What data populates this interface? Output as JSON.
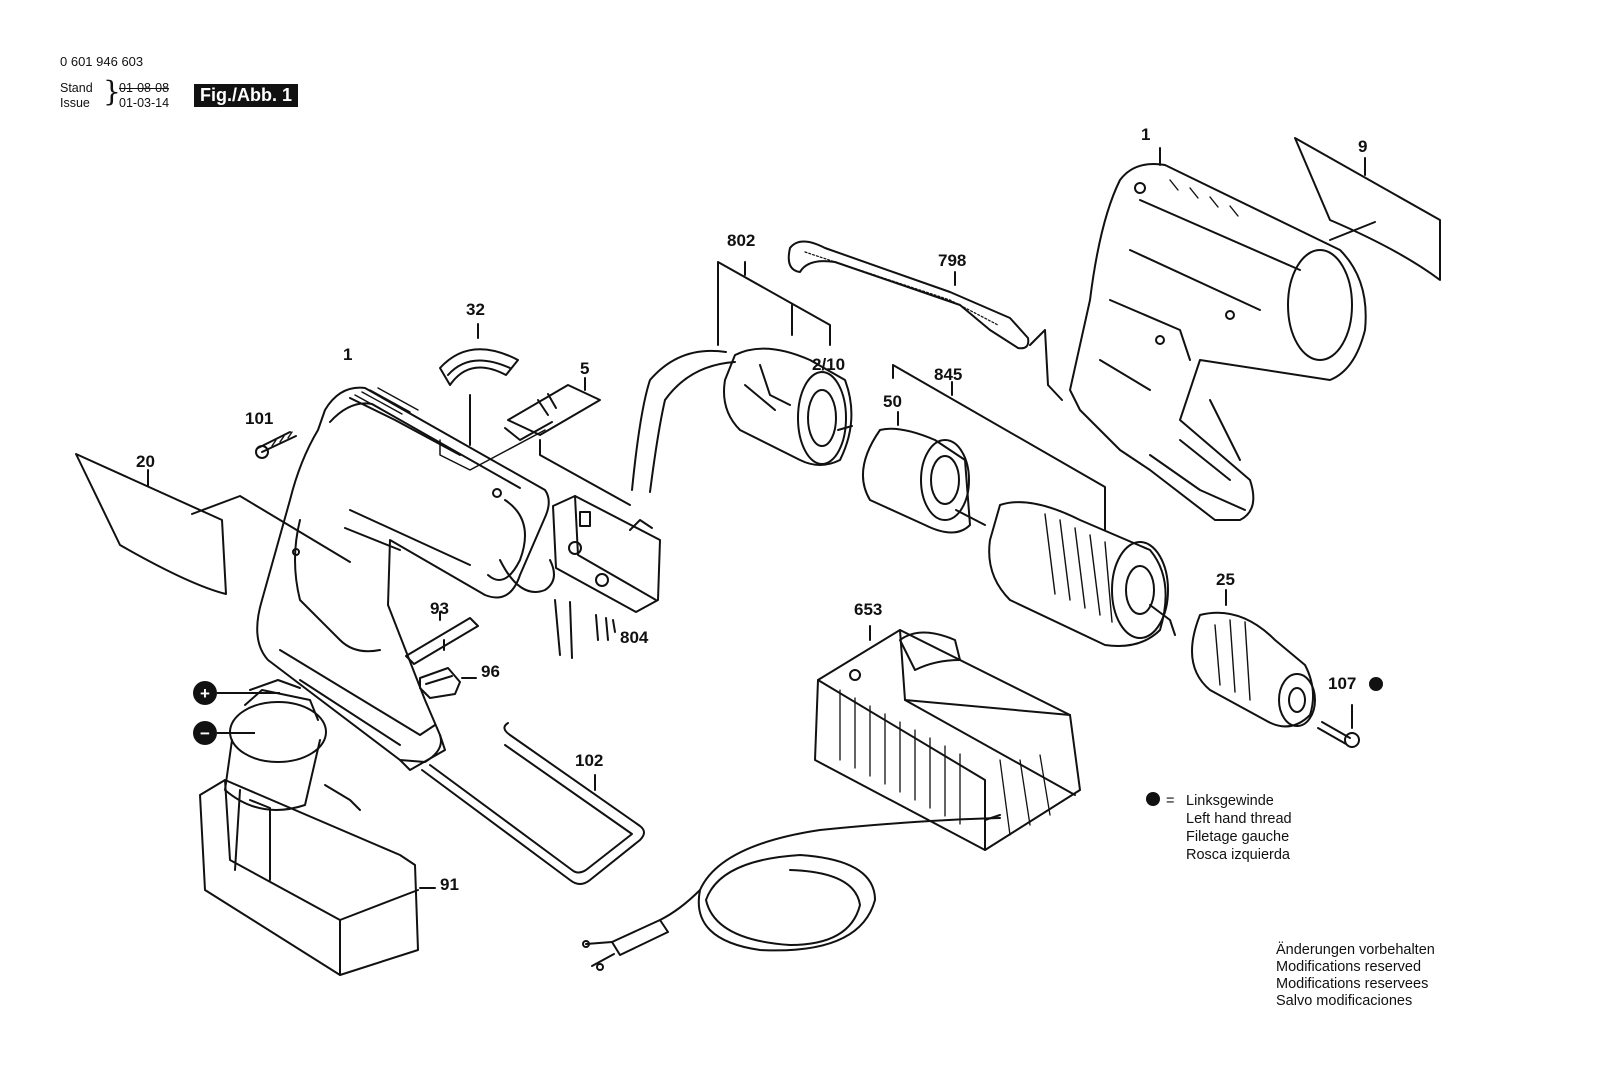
{
  "header": {
    "part_number": "0 601 946 603",
    "stand_label": "Stand",
    "issue_label": "Issue",
    "old_date": "01-08-08",
    "new_date": "01-03-14",
    "figure": "Fig./Abb. 1"
  },
  "callouts": {
    "c1_left": "1",
    "c1_right": "1",
    "c9": "9",
    "c20": "20",
    "c32": "32",
    "c5": "5",
    "c101": "101",
    "c802": "802",
    "c798": "798",
    "c2_10": "2/10",
    "c845": "845",
    "c50": "50",
    "c804": "804",
    "c93": "93",
    "c96": "96",
    "c653": "653",
    "c25": "25",
    "c107": "107",
    "c102": "102",
    "c91": "91"
  },
  "legend": {
    "equals": "=",
    "lines": [
      "Linksgewinde",
      "Left hand thread",
      "Filetage gauche",
      "Rosca izquierda"
    ]
  },
  "footer": {
    "lines": [
      "Änderungen vorbehalten",
      "Modifications reserved",
      "Modifications reservees",
      "Salvo modificaciones"
    ]
  },
  "battery_signs": {
    "plus": "+",
    "minus": "−"
  }
}
